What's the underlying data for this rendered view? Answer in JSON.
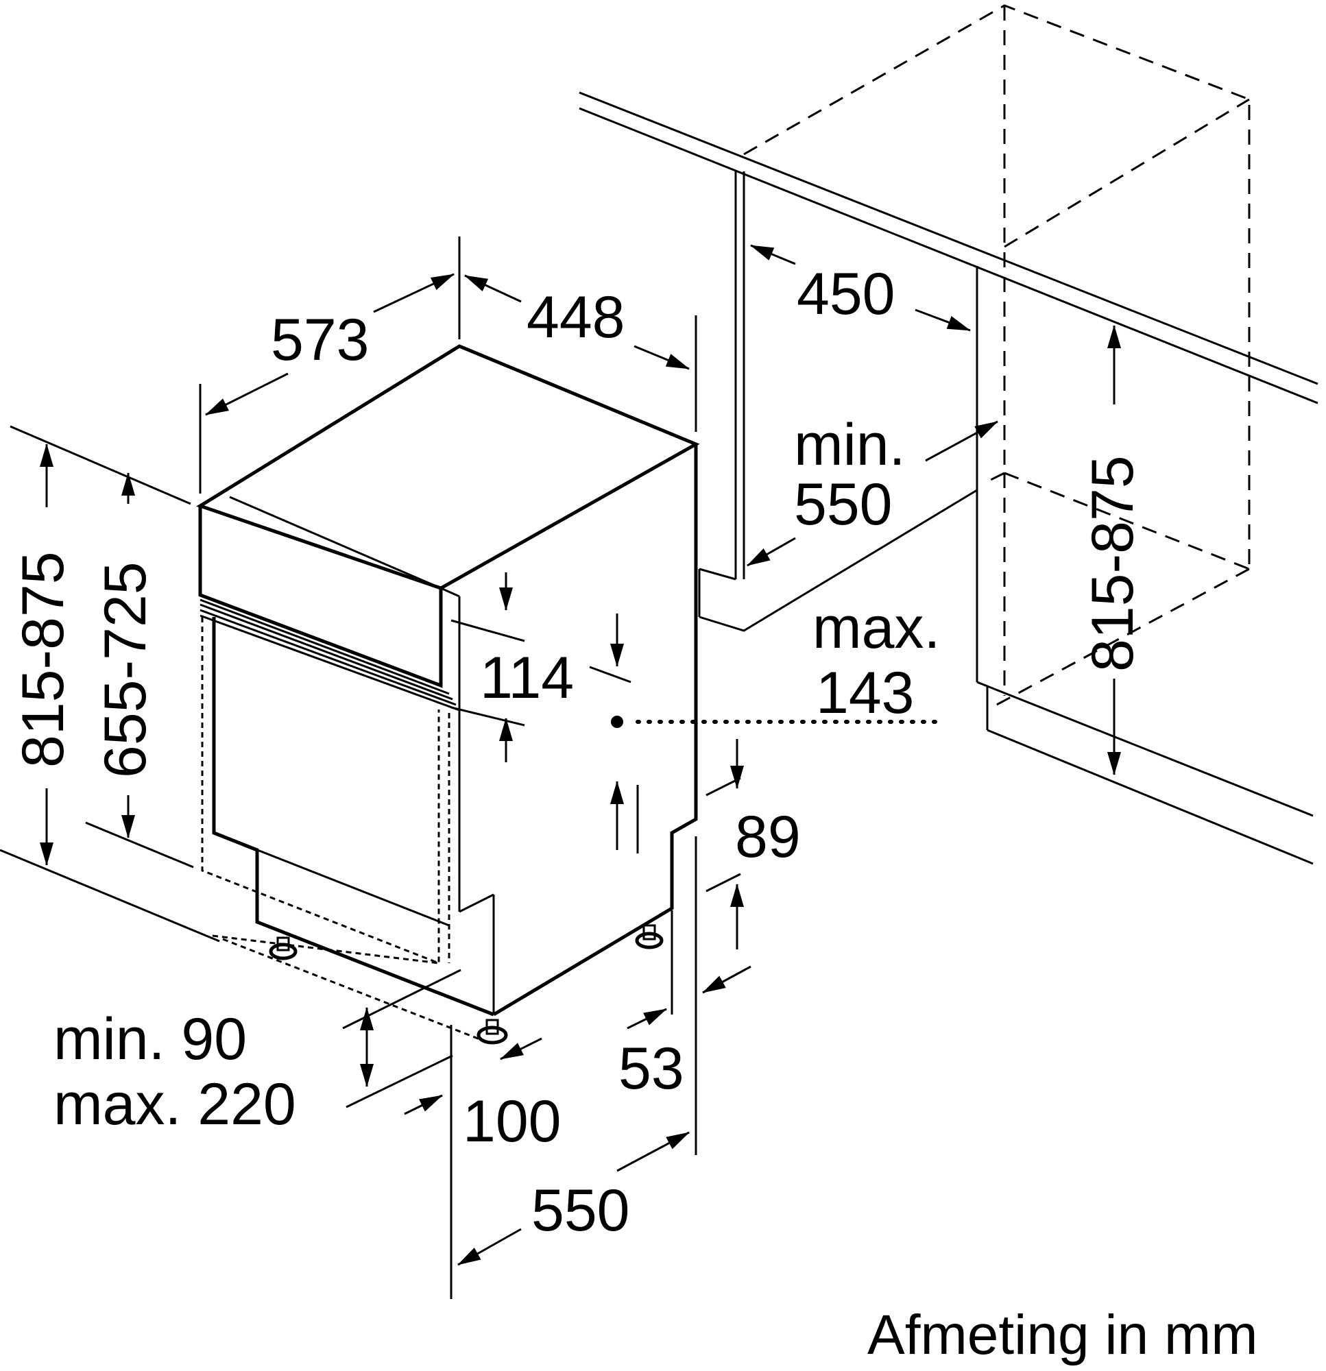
{
  "caption": "Afmeting in mm",
  "dimensions": {
    "depth_573": "573",
    "width_448": "448",
    "niche_width_450": "450",
    "niche_depth_min_label": "min.",
    "niche_depth_min_value": "550",
    "niche_height": "815-875",
    "height_total": "815-875",
    "height_panel": "655-725",
    "panel_114": "114",
    "max_label": "max.",
    "max_value": "143",
    "plinth_89": "89",
    "foot_53": "53",
    "foot_100": "100",
    "depth_550": "550",
    "plinth_min_line": "min. 90",
    "plinth_max_line": "max. 220"
  }
}
